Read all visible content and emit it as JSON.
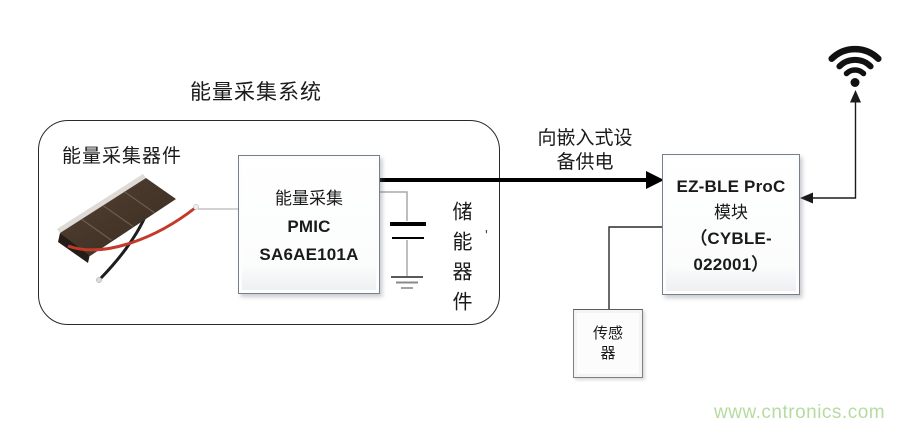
{
  "title": "能量采集系统",
  "harvester": {
    "label": "能量采集器件",
    "image": "solar-panel-photo"
  },
  "pmic": {
    "lines": [
      "能量采集",
      "PMIC",
      "SA6AE101A"
    ]
  },
  "storage": {
    "label": "储能器件"
  },
  "power_arrow": {
    "label_line1": "向嵌入式设",
    "label_line2": "备供电"
  },
  "ble": {
    "lines": [
      "EZ-BLE ProC",
      "模块",
      "（CYBLE-",
      "022001）"
    ]
  },
  "sensor": {
    "lines": [
      "传感",
      "器"
    ]
  },
  "misc": {
    "stray_tick": "'"
  },
  "watermark": "www.cntronics.com",
  "icons": {
    "wifi": "wifi-icon",
    "capacitor": "capacitor-icon",
    "ground": "ground-icon",
    "solar_panel": "solar-panel-image",
    "power_arrowhead": "arrowhead-right",
    "ble_arrowheads": [
      "arrowhead-left",
      "arrowhead-up"
    ]
  },
  "colors": {
    "watermark_green": "#b6dba1",
    "line_black": "#1a1a1a",
    "box_border_gray": "#75818a",
    "wire_gray": "#b8b8b8",
    "panel_brown": "#4a392e",
    "wire_red": "#c23b2a"
  }
}
